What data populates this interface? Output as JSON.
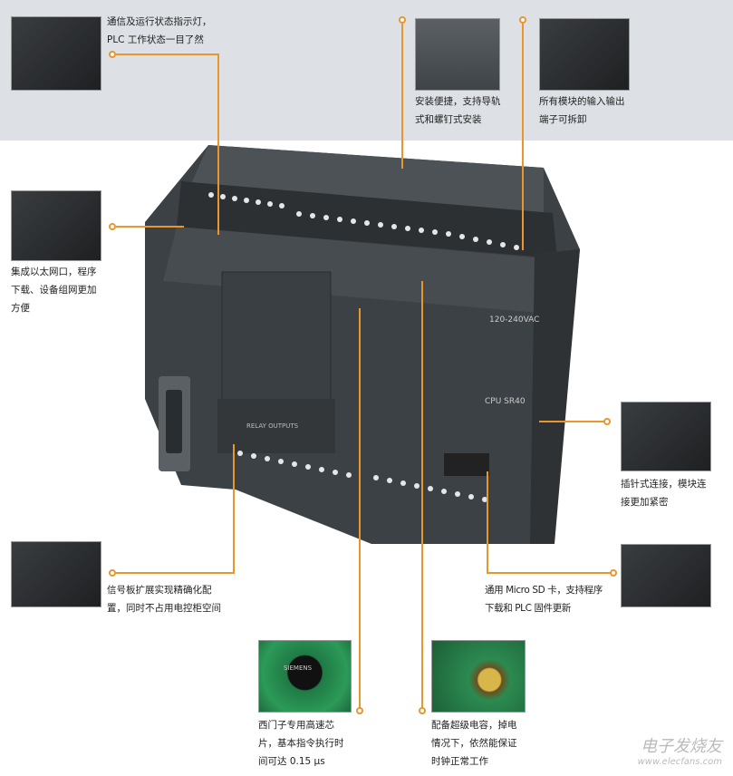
{
  "callouts": [
    {
      "text": "通信及运行状态指示灯，\nPLC 工作状态一目了然"
    },
    {
      "text": "安装便捷，支持导轨\n式和螺钉式安装"
    },
    {
      "text": "所有模块的输入输出\n端子可拆卸"
    },
    {
      "text": "集成以太网口，程序\n下载、设备组网更加\n方便"
    },
    {
      "text": "插针式连接，模块连\n接更加紧密"
    },
    {
      "text": "信号板扩展实现精确化配\n置，同时不占用电控柜空间"
    },
    {
      "text": "通用 Micro SD 卡，支持程序\n下载和 PLC 固件更新"
    },
    {
      "text": "西门子专用高速芯\n片，基本指令执行时\n间可达 0.15 μs"
    },
    {
      "text": "配备超级电容，掉电\n情况下，依然能保证\n时钟正常工作"
    }
  ],
  "product": {
    "model": "CPU SR40",
    "voltage": "120-240VAC",
    "relay": "RELAY OUTPUTS",
    "chip_brand": "SIEMENS"
  },
  "watermark": {
    "name": "电子发烧友",
    "url": "www.elecfans.com"
  },
  "colors": {
    "accent": "#e8962e",
    "band": "#dde1e5",
    "device": "#3c4145"
  }
}
